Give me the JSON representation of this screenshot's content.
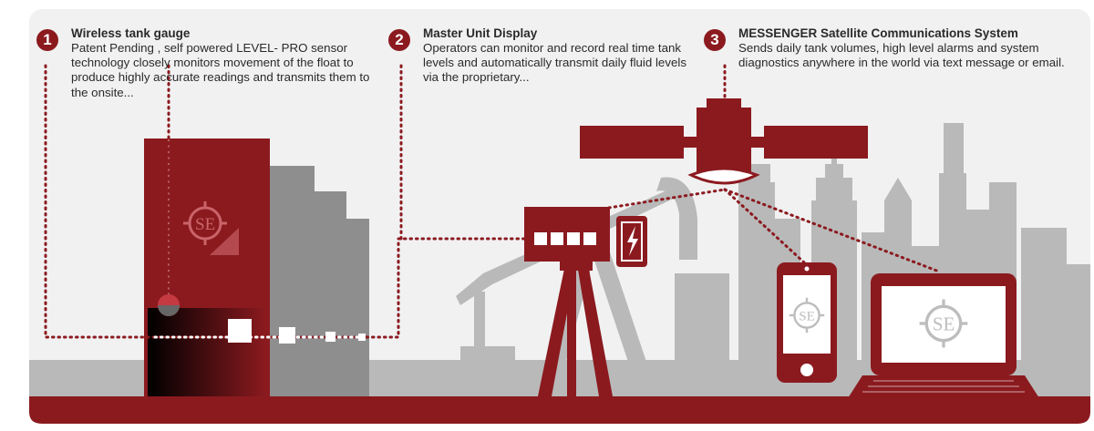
{
  "steps": [
    {
      "number": "1",
      "title": "Wireless tank gauge",
      "body": "Patent Pending , self powered LEVEL- PRO sensor technology closely monitors movement of the float to produce highly accurate readings and transmits them to the onsite..."
    },
    {
      "number": "2",
      "title": "Master Unit Display",
      "body": "Operators can monitor and record real time tank levels and automatically transmit daily  fluid levels via the proprietary..."
    },
    {
      "number": "3",
      "title": "MESSENGER Satellite Communications System",
      "body": "Sends daily tank volumes, high level alarms and system diagnostics anywhere in the world via text message or email."
    }
  ],
  "logo_text": "SE",
  "colors": {
    "brand_red": "#8b1a1f",
    "background": "#f1f1f1",
    "silhouette": "#b9b9b9",
    "tank_shadow": "#8e8e8e"
  }
}
